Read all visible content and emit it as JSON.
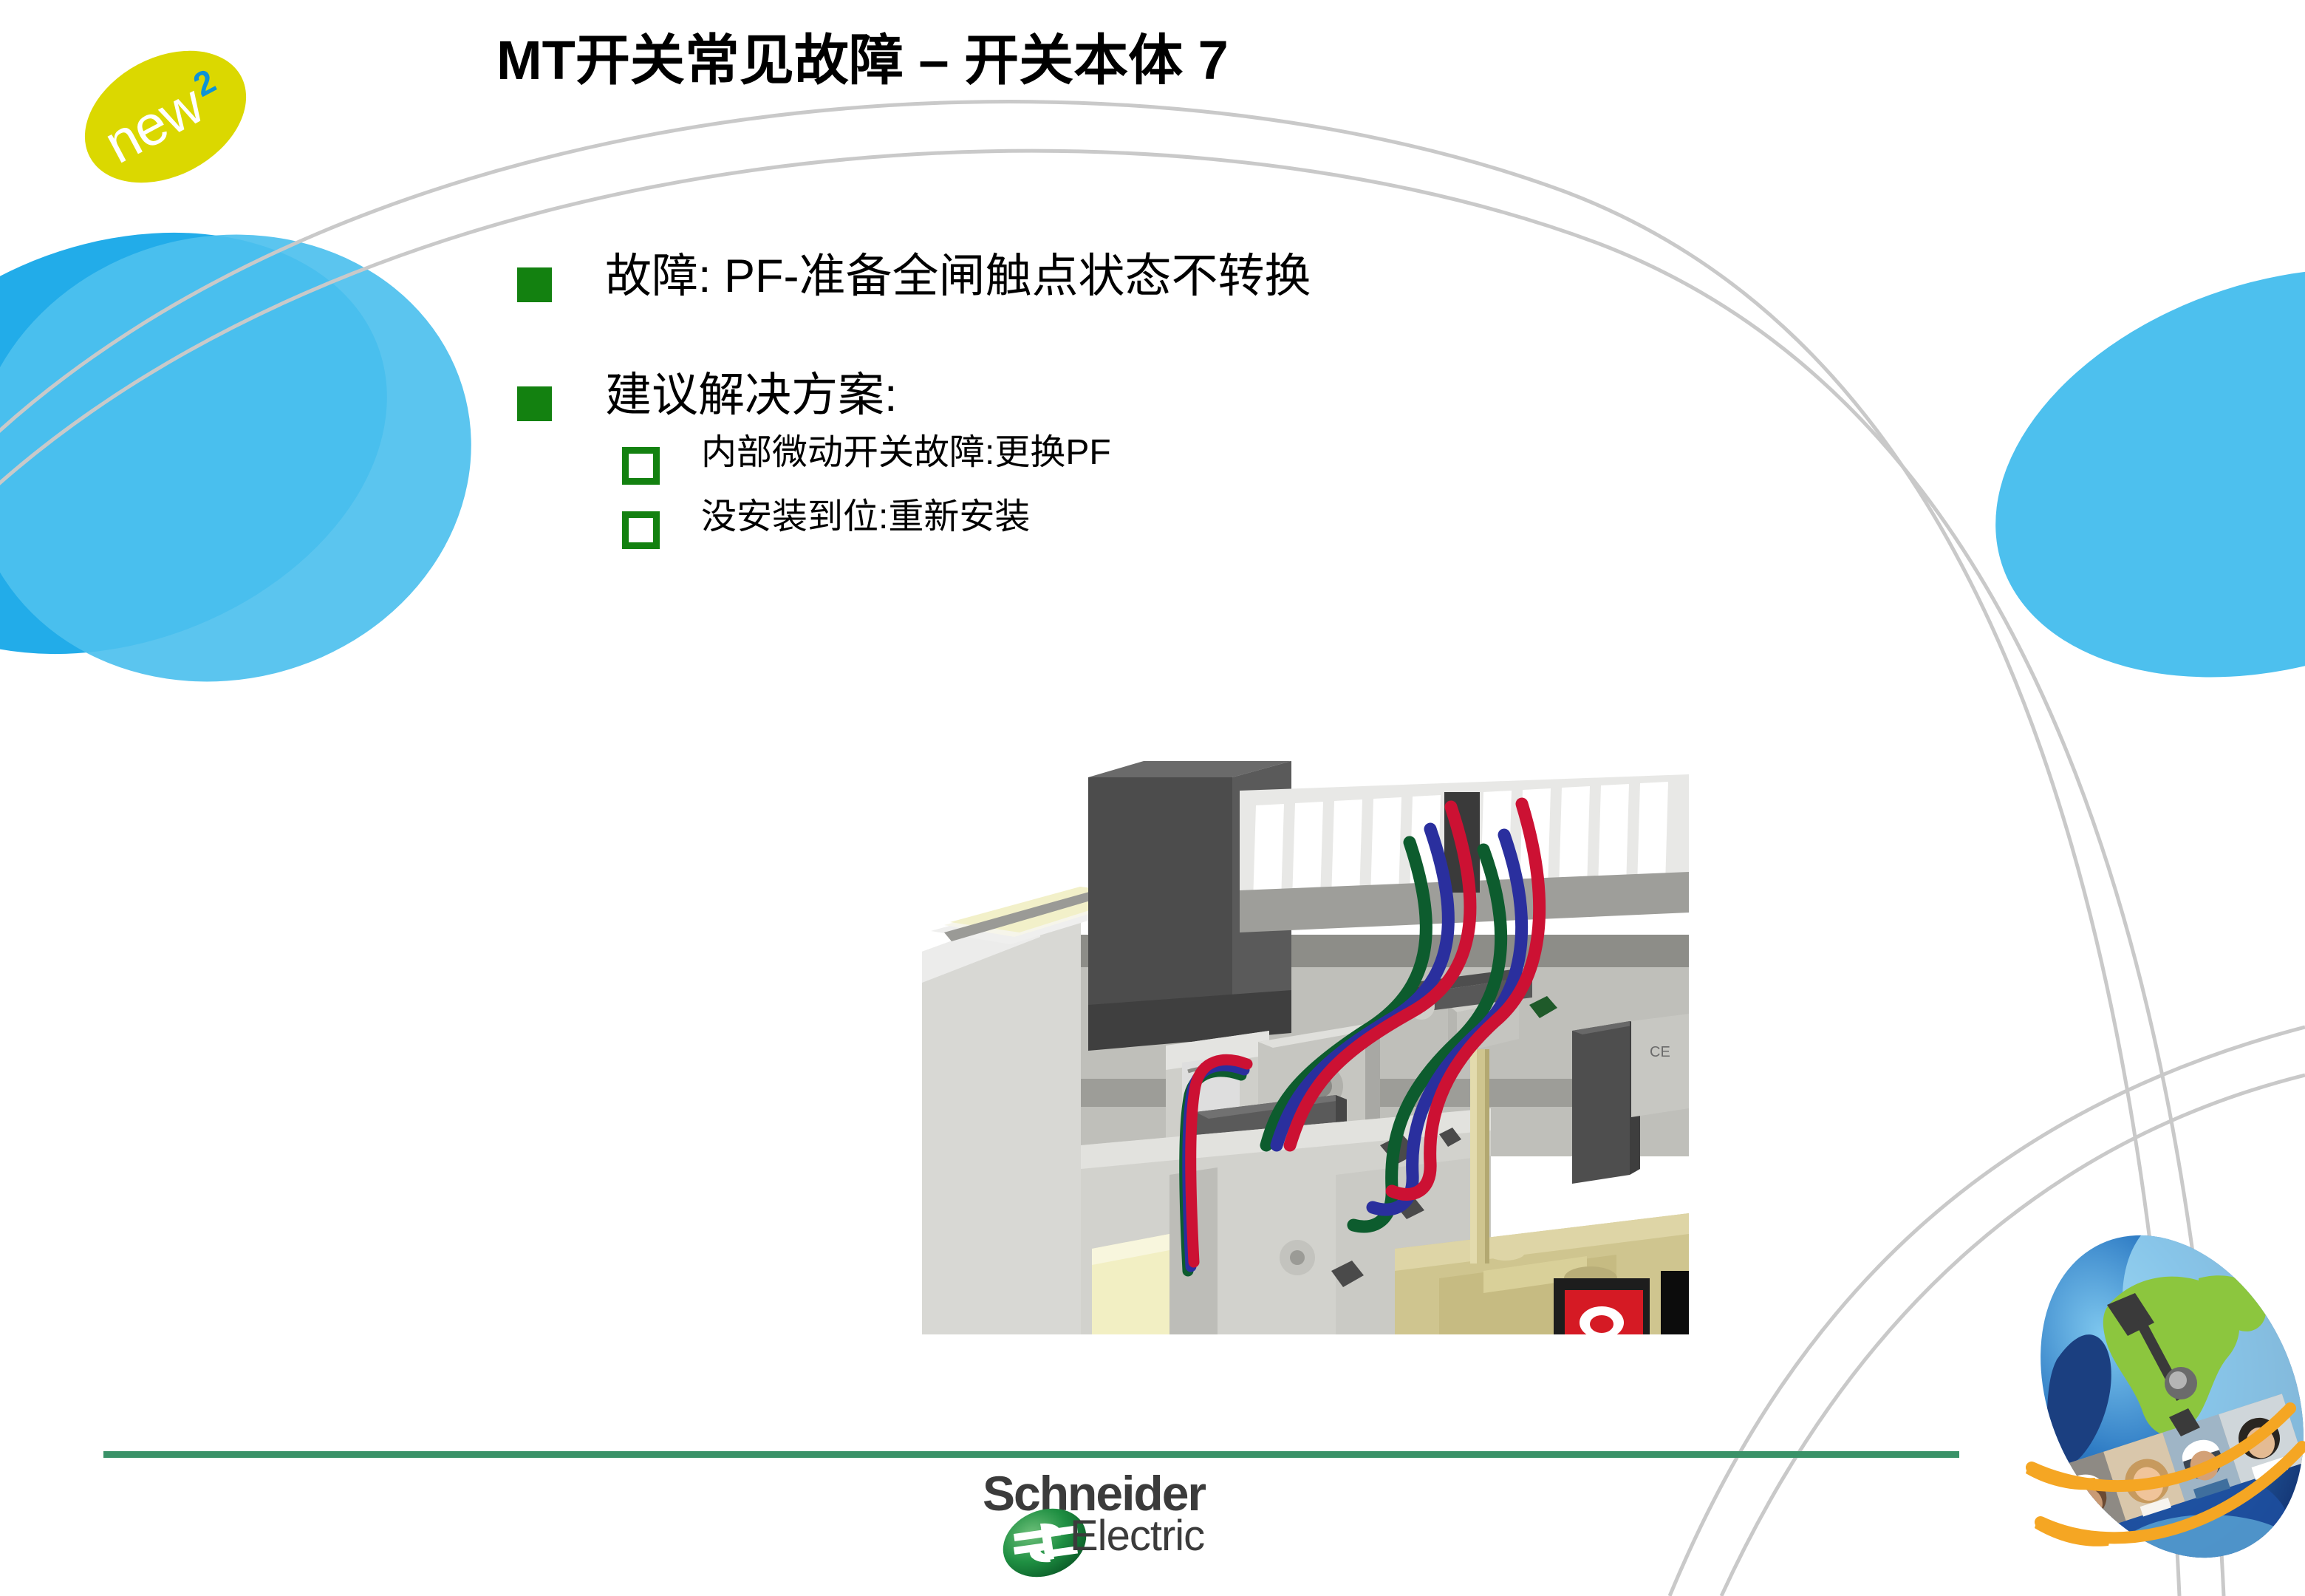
{
  "slide": {
    "title": "MT开关常见故障 – 开关本体 7",
    "background_color": "#ffffff"
  },
  "logo_new2": {
    "word": "new",
    "superscript": "2",
    "blob_color": "#dbd800",
    "word_color": "#ffffff",
    "superscript_color": "#0d93d6"
  },
  "bullets": {
    "level1": [
      {
        "marker": "filled-square",
        "marker_color": "#138110",
        "text": "故障: PF-准备全闸触点状态不转换"
      },
      {
        "marker": "filled-square",
        "marker_color": "#138110",
        "text": "建议解决方案:"
      }
    ],
    "level2": [
      {
        "marker": "hollow-square",
        "marker_color": "#138110",
        "text": "内部微动开关故障:更换PF"
      },
      {
        "marker": "hollow-square",
        "marker_color": "#138110",
        "text": "没安装到位:重新安装"
      }
    ]
  },
  "product_image": {
    "caption": "MT circuit breaker internal mechanism with PF ready-to-close contact wiring",
    "wire_colors": [
      "#cc1133",
      "#2a2f9e",
      "#0d5c2e"
    ],
    "body_colors": [
      "#c9c9c4",
      "#6e6e6e",
      "#3f3f3f",
      "#d6cf96",
      "#ffffff"
    ]
  },
  "footer": {
    "divider_color": "#3a9268",
    "brand_name": "Schneider",
    "brand_sub": "Electric",
    "brand_color": "#3b3b3b",
    "mark_color": "#18833c"
  },
  "decorations": {
    "blue_ellipse_color": "#4dc0ee",
    "blue_ellipse_dark_color": "#22ace9",
    "arc_color": "#c9c9c9",
    "globe_land_color": "#8cc63e",
    "globe_ocean_color": "#1b4f9c",
    "globe_swoosh_color": "#f5a623"
  }
}
